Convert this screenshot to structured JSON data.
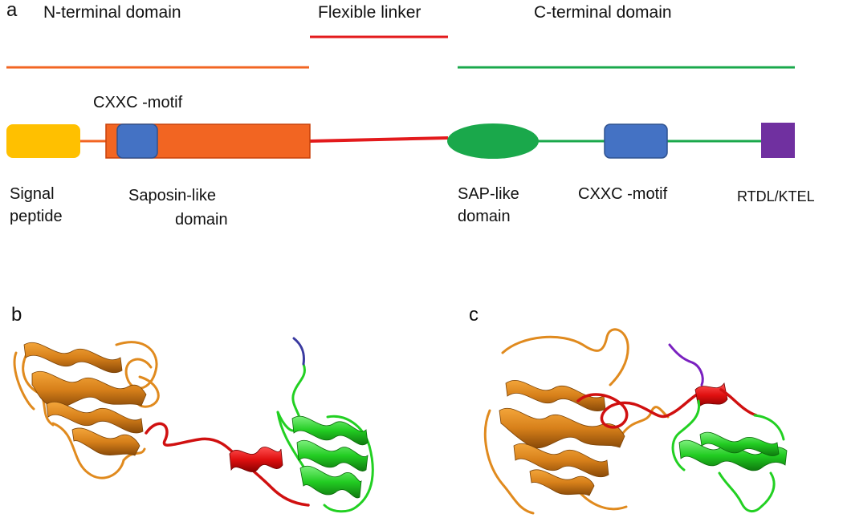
{
  "panel_a": {
    "letter": "a",
    "headers": {
      "n_terminal": "N-terminal domain",
      "linker": "Flexible linker",
      "c_terminal": "C-terminal domain"
    },
    "labels": {
      "cxxc_top": "CXXC -motif",
      "signal_1": "Signal",
      "signal_2": "peptide",
      "saposin_1": "Saposin-like",
      "saposin_2": "domain",
      "sap_1": "SAP-like",
      "sap_2": "domain",
      "cxxc_bottom": "CXXC -motif",
      "retention": "RTDL/KTEL"
    }
  },
  "panel_b": {
    "letter": "b"
  },
  "panel_c": {
    "letter": "c"
  },
  "colors": {
    "n_terminal": "#f26522",
    "linker": "#e31a1c",
    "c_terminal": "#1aa84b",
    "signal_peptide": "#ffc000",
    "cxxc_motif": "#4472c4",
    "retention_signal": "#7030a0",
    "helix_n": "#e08a1e",
    "helix_linker": "#e01010",
    "helix_c": "#22d022",
    "c_tail": "#4040a0"
  }
}
